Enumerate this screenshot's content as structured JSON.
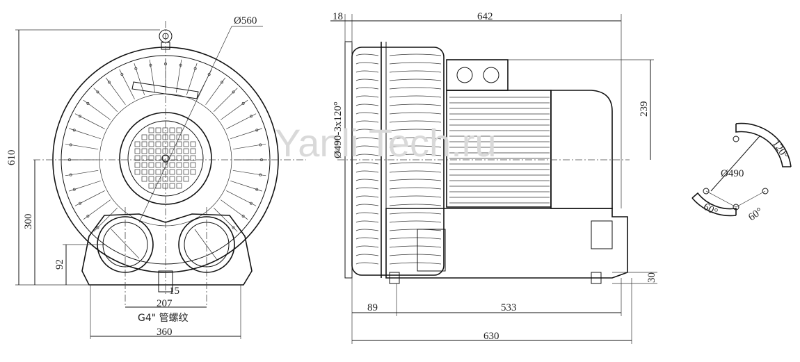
{
  "front_view": {
    "dims": {
      "diameter": "Ø560",
      "height": "610",
      "center_height": "300",
      "port_height": "92",
      "offset": "15",
      "port_spacing": "207",
      "port_thread": "G4\" 管螺纹",
      "base_width": "360"
    }
  },
  "side_view": {
    "dims": {
      "flange": "18",
      "overall_length": "642",
      "bolt_circle": "Ø490-3x120°",
      "motor_height": "239",
      "foot_offset": "89",
      "foot_span": "533",
      "base_length": "630",
      "foot_height": "30"
    }
  },
  "flange_detail": {
    "dims": {
      "diameter": "Ø490",
      "angle_top": "120°",
      "angle_left": "60°",
      "angle_right": "60°"
    }
  },
  "watermark": "Yanli Tech.ru"
}
